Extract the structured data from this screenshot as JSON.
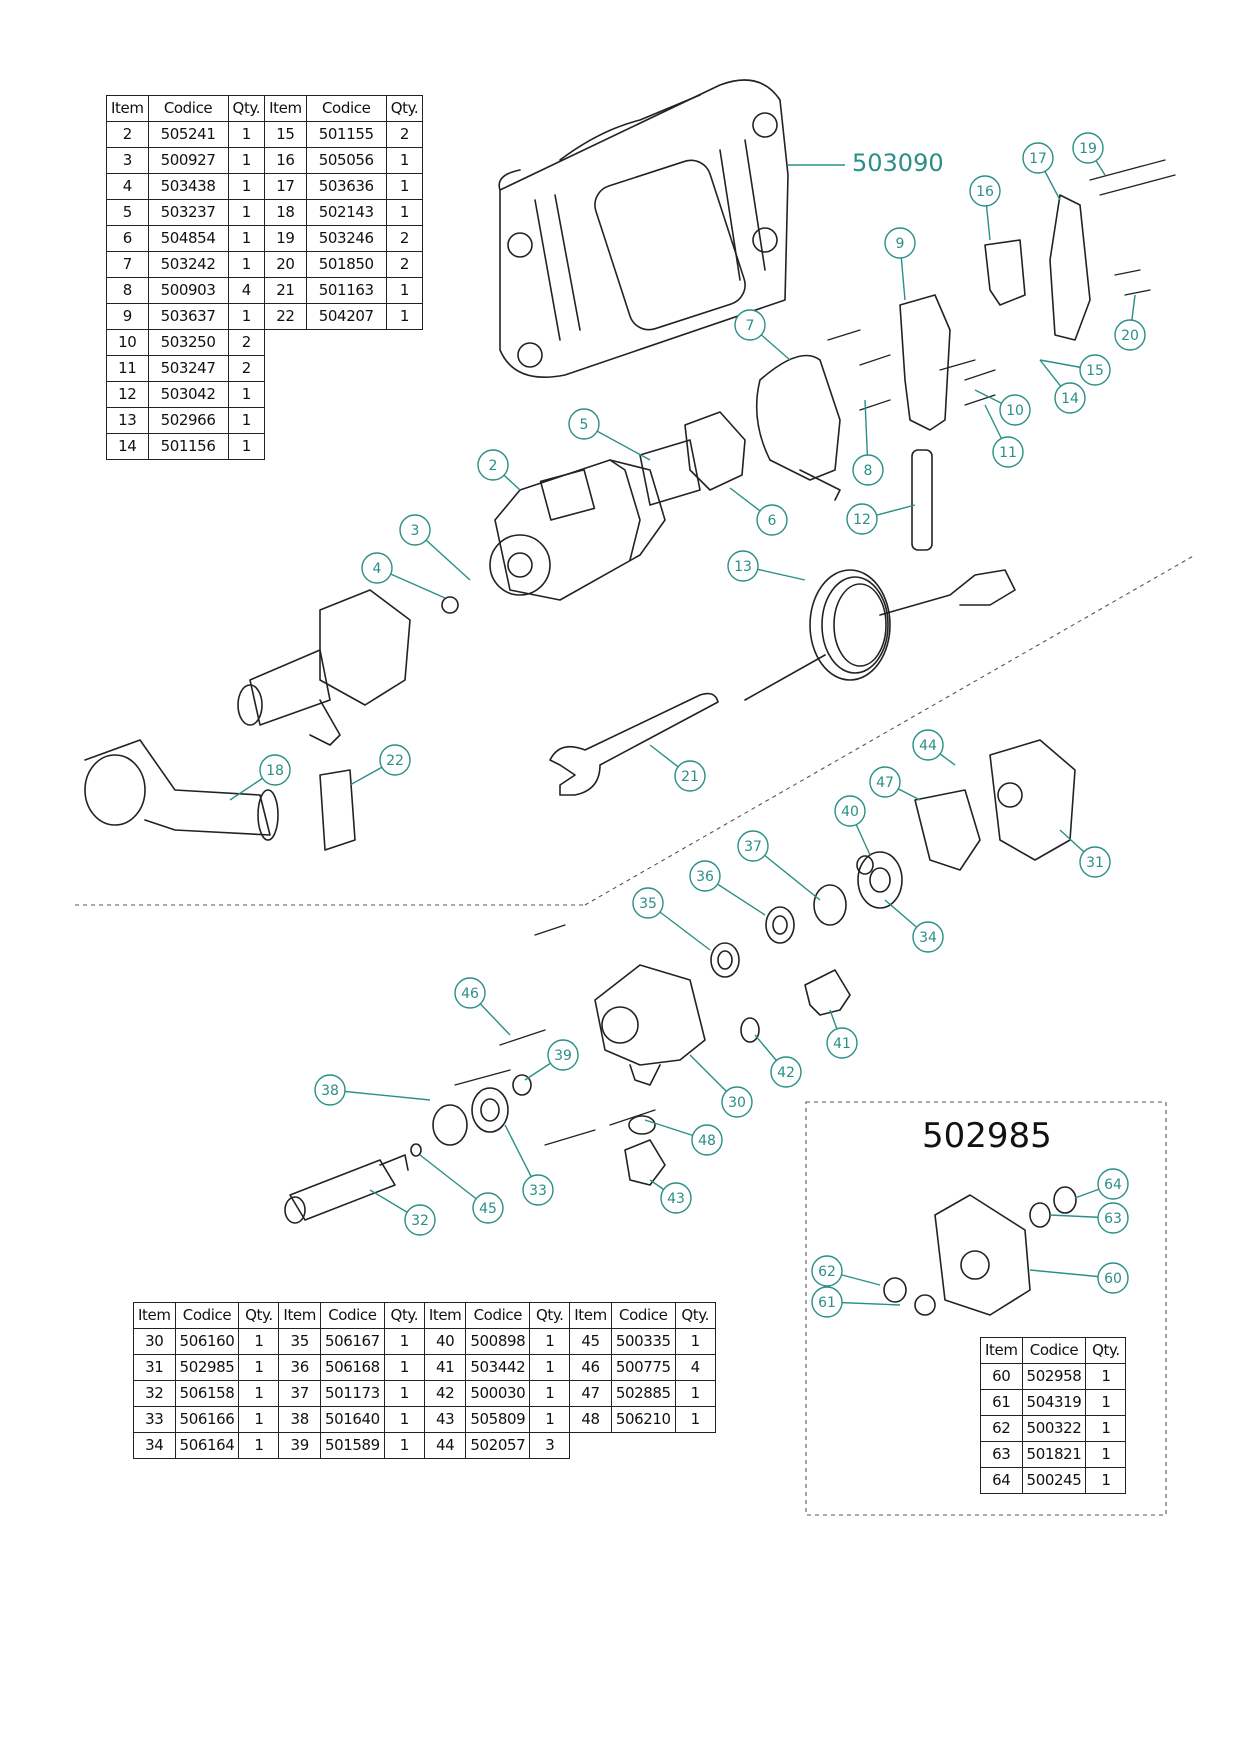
{
  "main_code": "503090",
  "subassembly_code": "502985",
  "table_headers": [
    "Item",
    "Codice",
    "Qty."
  ],
  "table_top": {
    "left": [
      [
        "2",
        "505241",
        "1"
      ],
      [
        "3",
        "500927",
        "1"
      ],
      [
        "4",
        "503438",
        "1"
      ],
      [
        "5",
        "503237",
        "1"
      ],
      [
        "6",
        "504854",
        "1"
      ],
      [
        "7",
        "503242",
        "1"
      ],
      [
        "8",
        "500903",
        "4"
      ],
      [
        "9",
        "503637",
        "1"
      ],
      [
        "10",
        "503250",
        "2"
      ],
      [
        "11",
        "503247",
        "2"
      ],
      [
        "12",
        "503042",
        "1"
      ],
      [
        "13",
        "502966",
        "1"
      ],
      [
        "14",
        "501156",
        "1"
      ]
    ],
    "right": [
      [
        "15",
        "501155",
        "2"
      ],
      [
        "16",
        "505056",
        "1"
      ],
      [
        "17",
        "503636",
        "1"
      ],
      [
        "18",
        "502143",
        "1"
      ],
      [
        "19",
        "503246",
        "2"
      ],
      [
        "20",
        "501850",
        "2"
      ],
      [
        "21",
        "501163",
        "1"
      ],
      [
        "22",
        "504207",
        "1"
      ]
    ]
  },
  "table_bottom": [
    [
      [
        "30",
        "506160",
        "1"
      ],
      [
        "31",
        "502985",
        "1"
      ],
      [
        "32",
        "506158",
        "1"
      ],
      [
        "33",
        "506166",
        "1"
      ],
      [
        "34",
        "506164",
        "1"
      ]
    ],
    [
      [
        "35",
        "506167",
        "1"
      ],
      [
        "36",
        "506168",
        "1"
      ],
      [
        "37",
        "501173",
        "1"
      ],
      [
        "38",
        "501640",
        "1"
      ],
      [
        "39",
        "501589",
        "1"
      ]
    ],
    [
      [
        "40",
        "500898",
        "1"
      ],
      [
        "41",
        "503442",
        "1"
      ],
      [
        "42",
        "500030",
        "1"
      ],
      [
        "43",
        "505809",
        "1"
      ],
      [
        "44",
        "502057",
        "3"
      ]
    ],
    [
      [
        "45",
        "500335",
        "1"
      ],
      [
        "46",
        "500775",
        "4"
      ],
      [
        "47",
        "502885",
        "1"
      ],
      [
        "48",
        "506210",
        "1"
      ]
    ]
  ],
  "table_sub": [
    [
      "60",
      "502958",
      "1"
    ],
    [
      "61",
      "504319",
      "1"
    ],
    [
      "62",
      "500322",
      "1"
    ],
    [
      "63",
      "501821",
      "1"
    ],
    [
      "64",
      "500245",
      "1"
    ]
  ],
  "callout_color": "#2a8f86"
}
